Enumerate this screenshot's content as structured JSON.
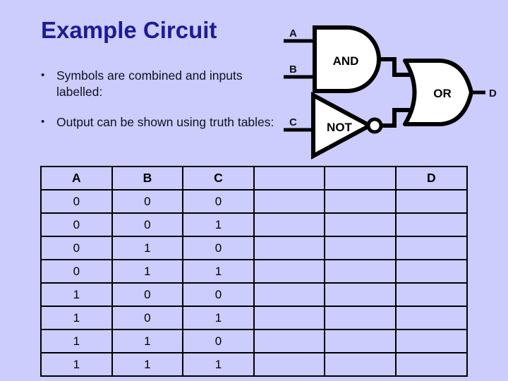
{
  "slide": {
    "title": "Example Circuit",
    "background_color": "#ccccfd",
    "title_color": "#1c1c96",
    "body_text_color": "#101020"
  },
  "bullets": [
    {
      "marker": "•",
      "text": "Symbols are combined and inputs labelled:"
    },
    {
      "marker": "•",
      "text": "Output can be shown using truth tables:"
    }
  ],
  "circuit": {
    "stroke_color": "#000000",
    "fill_color": "#ffffff",
    "inputs": [
      {
        "label": "A"
      },
      {
        "label": "B"
      },
      {
        "label": "C"
      }
    ],
    "gates": [
      {
        "label": "AND",
        "type": "and-gate"
      },
      {
        "label": "NOT",
        "type": "not-gate"
      },
      {
        "label": "OR",
        "type": "or-gate"
      }
    ],
    "outputs": [
      {
        "label": "D"
      }
    ]
  },
  "truth_table": {
    "headers": [
      "A",
      "B",
      "C",
      "",
      "",
      "D"
    ],
    "rows": [
      [
        "0",
        "0",
        "0",
        "",
        "",
        ""
      ],
      [
        "0",
        "0",
        "1",
        "",
        "",
        ""
      ],
      [
        "0",
        "1",
        "0",
        "",
        "",
        ""
      ],
      [
        "0",
        "1",
        "1",
        "",
        "",
        ""
      ],
      [
        "1",
        "0",
        "0",
        "",
        "",
        ""
      ],
      [
        "1",
        "0",
        "1",
        "",
        "",
        ""
      ],
      [
        "1",
        "1",
        "0",
        "",
        "",
        ""
      ],
      [
        "1",
        "1",
        "1",
        "",
        "",
        ""
      ]
    ]
  }
}
